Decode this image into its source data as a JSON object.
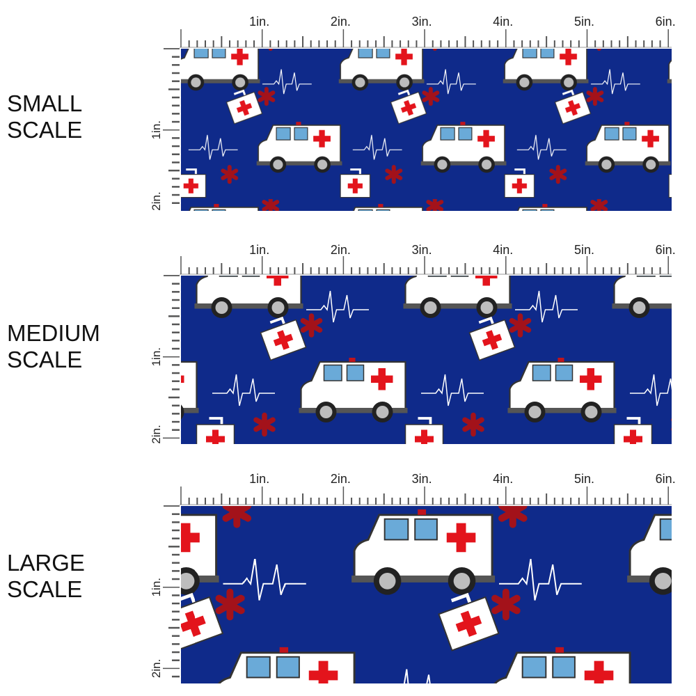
{
  "panels": [
    {
      "label_line1": "SMALL",
      "label_line2": "SCALE",
      "scale": "small"
    },
    {
      "label_line1": "MEDIUM",
      "label_line2": "SCALE",
      "scale": "medium"
    },
    {
      "label_line1": "LARGE",
      "label_line2": "SCALE",
      "scale": "large"
    }
  ],
  "ruler": {
    "horizontal_labels": [
      "1in.",
      "2in.",
      "3in.",
      "4in.",
      "5in.",
      "6in."
    ],
    "vertical_labels": [
      "1in.",
      "2in."
    ]
  },
  "colors": {
    "fabric_background": "#0f2a8a",
    "cross_red": "#e3141c",
    "asterisk_red": "#a3121a",
    "window_blue": "#6aaad8",
    "ambulance_white": "#ffffff",
    "wheel_dark": "#222222",
    "hub_gray": "#bdbdbd"
  }
}
